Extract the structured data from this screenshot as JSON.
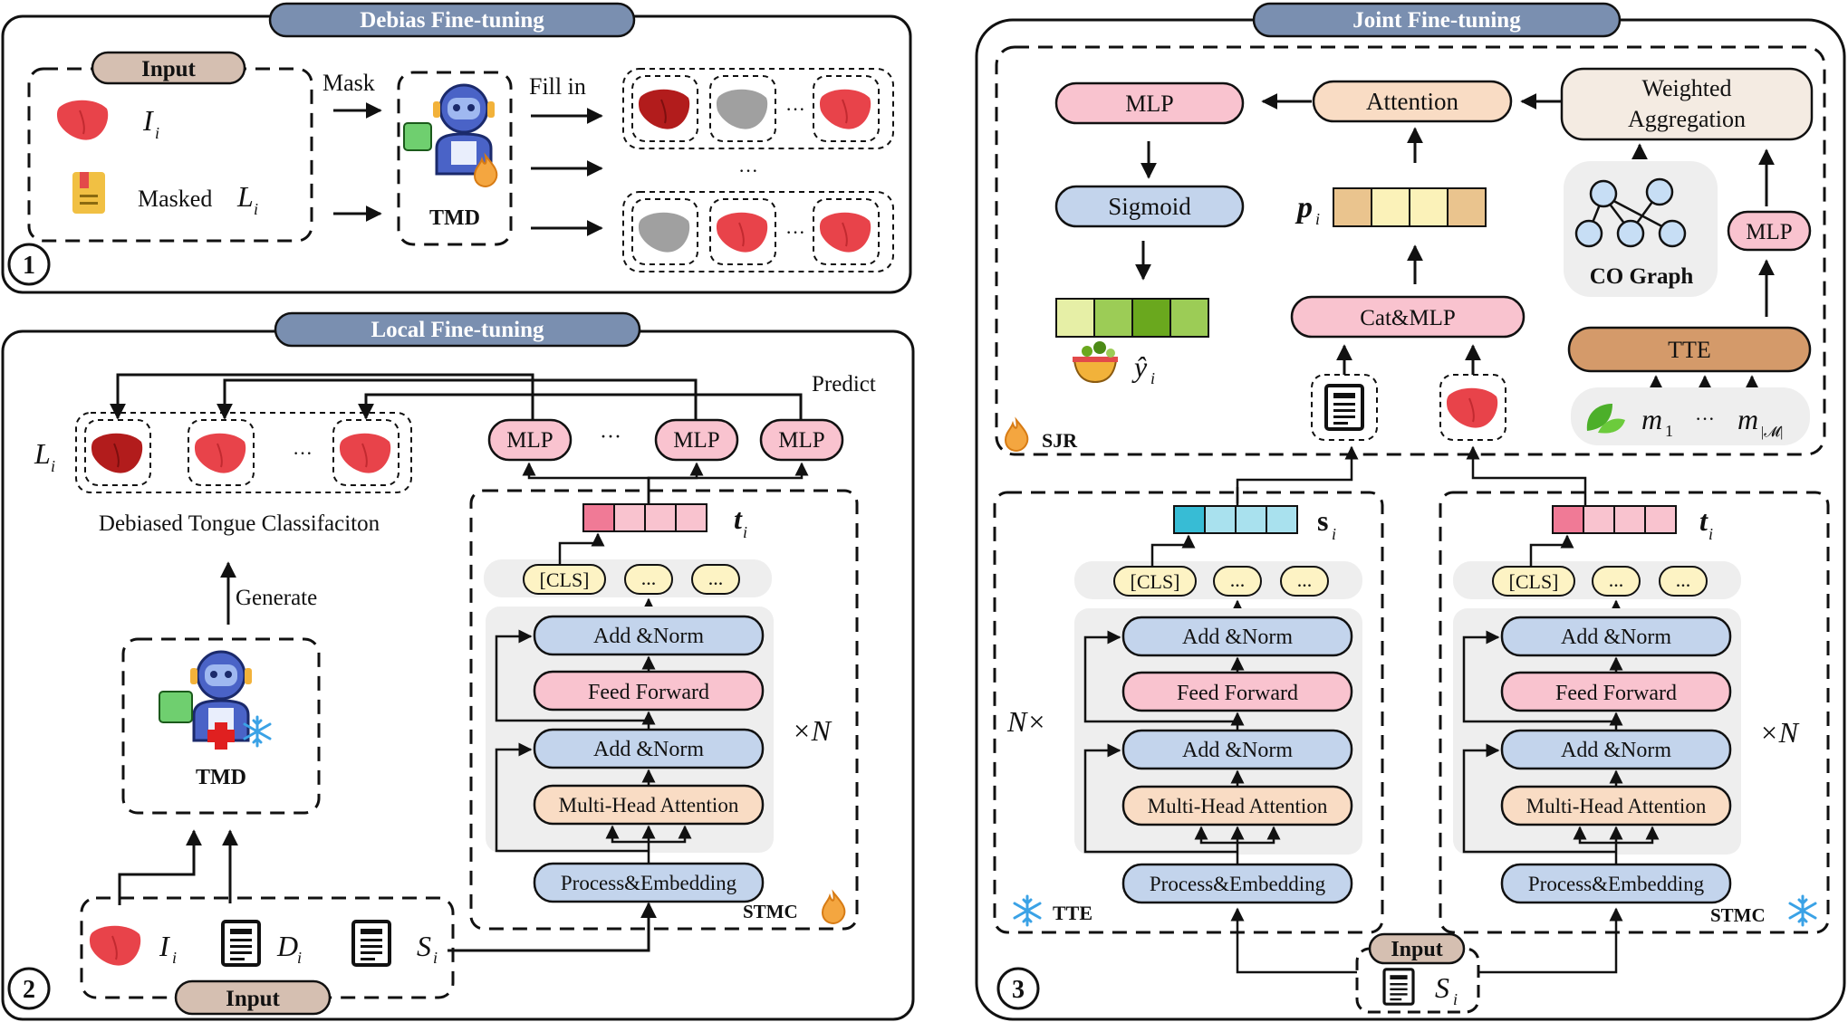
{
  "headers": {
    "debias": "Debias Fine-tuning",
    "local": "Local Fine-tuning",
    "joint": "Joint Fine-tuning"
  },
  "panel_numbers": [
    "1",
    "2",
    "3"
  ],
  "panel1": {
    "input_label": "Input",
    "image_symbol": "I",
    "image_sub": "i",
    "masked_text": "Masked",
    "label_symbol": "L",
    "label_sub": "i",
    "mask_arrow_label": "Mask",
    "fill_arrow_label": "Fill in",
    "model_label": "TMD",
    "ellipsis": "···",
    "ellipsis_mid": "···"
  },
  "panel2": {
    "label_symbol": "L",
    "label_sub": "i",
    "ellipsis_labels": "···",
    "caption": "Debiased Tongue Classifaciton",
    "generate_label": "Generate",
    "model_label": "TMD",
    "predict_label": "Predict",
    "mlp_labels": [
      "MLP",
      "MLP",
      "MLP"
    ],
    "mlp_ellipsis": "···",
    "token_symbol": "t",
    "token_sub": "i",
    "cls": "[CLS]",
    "dots1": "...",
    "dots2": "...",
    "add_norm_top": "Add &Norm",
    "feed_forward": "Feed Forward",
    "add_norm_bottom": "Add &Norm",
    "mha": "Multi-Head Attention",
    "embedding": "Process&Embedding",
    "repeat": "×N",
    "encoder_name": "STMC",
    "input_label": "Input",
    "input_I": "I",
    "input_D": "D",
    "input_S": "S",
    "sub": "i"
  },
  "panel3": {
    "mlp_out": "MLP",
    "sigmoid": "Sigmoid",
    "yhat": "ŷ",
    "yhat_sub": "i",
    "attention": "Attention",
    "p_symbol": "p",
    "p_sub": "i",
    "catmlp": "Cat&MLP",
    "weighted_agg": [
      "Weighted",
      "Aggregation"
    ],
    "co_graph": "CO Graph",
    "mlp_small": "MLP",
    "tte_bar": "TTE",
    "m1": "m",
    "m1_sub": "1",
    "m_ellipsis": "···",
    "mM": "m",
    "mM_sub": "|𝓜|",
    "sjr_label": "SJR",
    "s_symbol": "s",
    "s_sub": "i",
    "t_symbol": "t",
    "t_sub": "i",
    "cls": "[CLS]",
    "dots": "...",
    "add_norm": "Add &Norm",
    "feed_forward": "Feed Forward",
    "mha": "Multi-Head Attention",
    "embedding": "Process&Embedding",
    "repeat_left": "N×",
    "repeat_right": "×N",
    "tte_label": "TTE",
    "stmc_label": "STMC",
    "input_label": "Input",
    "input_S": "S",
    "input_sub": "i"
  },
  "colors": {
    "header_fill": "#7a8fb0",
    "input_pill": "#d5bfb1",
    "mlp_pink": "#f9c3cf",
    "blue_box": "#c3d4ec",
    "peach_box": "#f9dcc4",
    "cls_yellow": "#fdf3c4",
    "tte_brown": "#d49a6a",
    "tongue_red": "#e8434a",
    "tongue_dark": "#b21c1c",
    "tongue_gray": "#a0a0a0"
  }
}
